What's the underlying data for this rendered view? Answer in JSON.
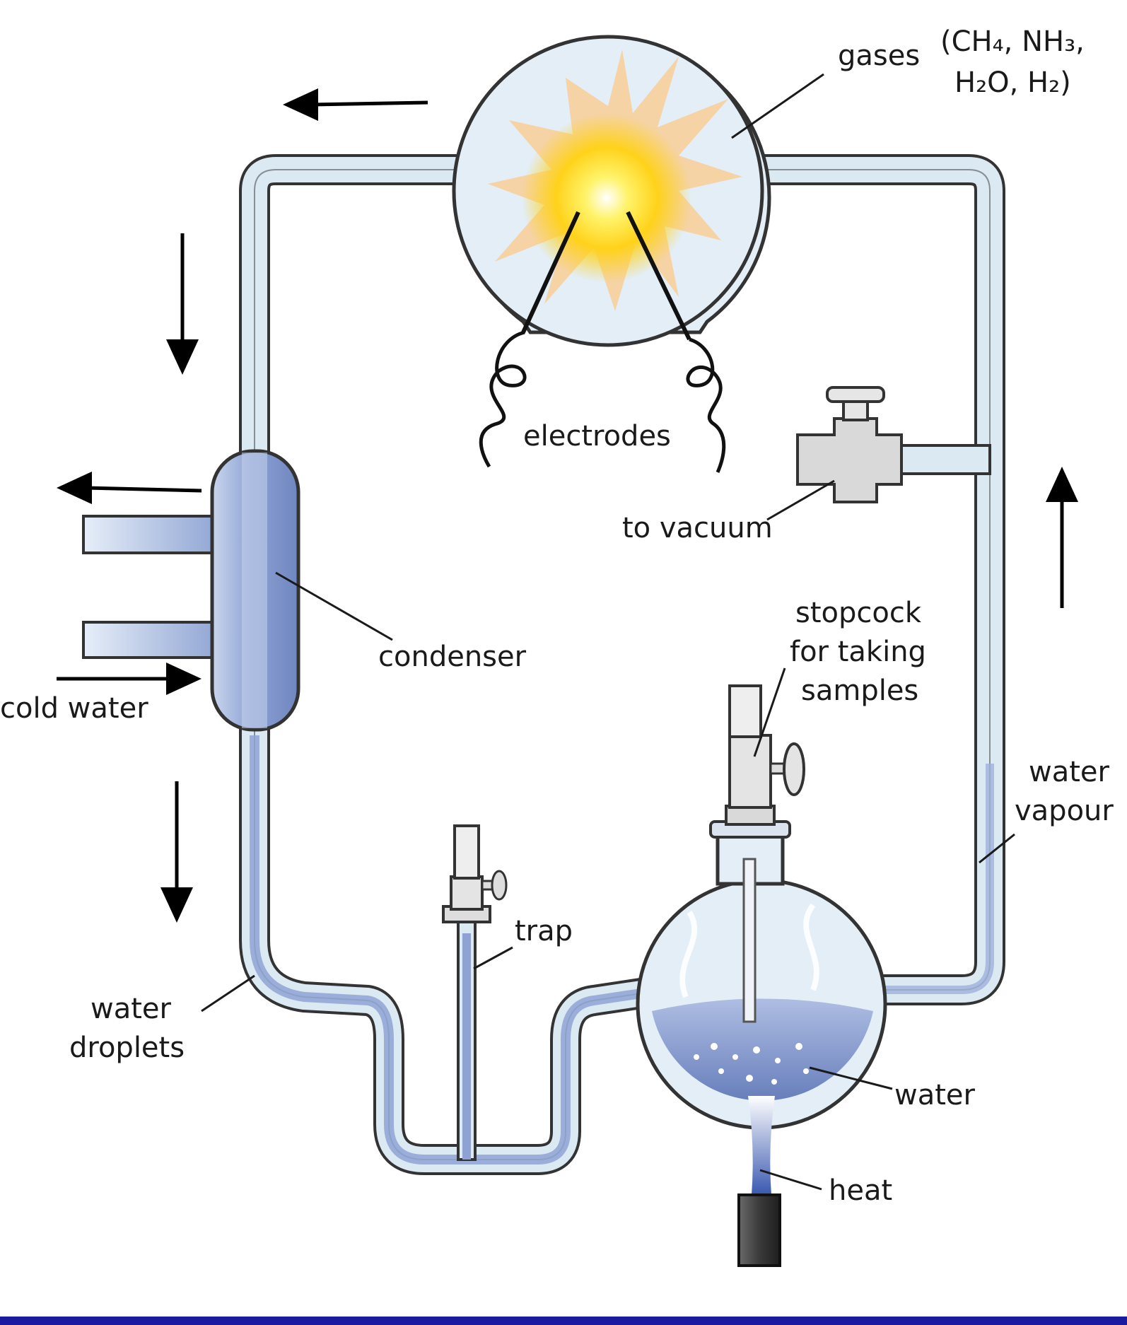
{
  "labels": {
    "gases": "gases",
    "gases_formula_1": "(CH₄, NH₃,",
    "gases_formula_2": "H₂O, H₂)",
    "electrodes": "electrodes",
    "to_vacuum": "to vacuum",
    "condenser": "condenser",
    "cold_water": "cold water",
    "stopcock_1": "stopcock",
    "stopcock_2": "for taking",
    "stopcock_3": "samples",
    "water_vapour_1": "water",
    "water_vapour_2": "vapour",
    "trap": "trap",
    "water_droplets_1": "water",
    "water_droplets_2": "droplets",
    "water": "water",
    "heat": "heat"
  },
  "colors": {
    "tube_fill": "#dbe9f3",
    "tube_stroke": "#333333",
    "water_blue": "#6f86c0",
    "condenser_fill": "#8fa6d4",
    "spark_yellow": "#ffe600",
    "spark_orange": "#f5c58a",
    "bottom_bar": "#1a1a9e"
  }
}
